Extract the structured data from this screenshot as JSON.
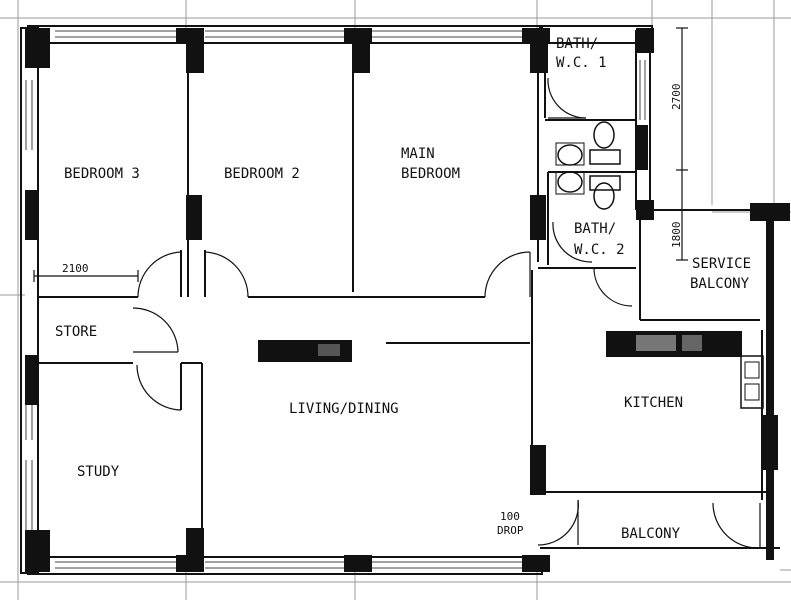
{
  "rooms": {
    "bedroom3": "BEDROOM 3",
    "bedroom2": "BEDROOM 2",
    "main_bedroom_line1": "MAIN",
    "main_bedroom_line2": "BEDROOM",
    "bath1_line1": "BATH/",
    "bath1_line2": "W.C. 1",
    "bath2_line1": "BATH/",
    "bath2_line2": "W.C. 2",
    "service_balcony_line1": "SERVICE",
    "service_balcony_line2": "BALCONY",
    "store": "STORE",
    "living_dining": "LIVING/DINING",
    "kitchen": "KITCHEN",
    "study": "STUDY",
    "balcony": "BALCONY"
  },
  "dimensions": {
    "d2700": "2700",
    "d1800": "1800",
    "d2100": "2100",
    "drop_value": "100",
    "drop_label": "DROP"
  }
}
